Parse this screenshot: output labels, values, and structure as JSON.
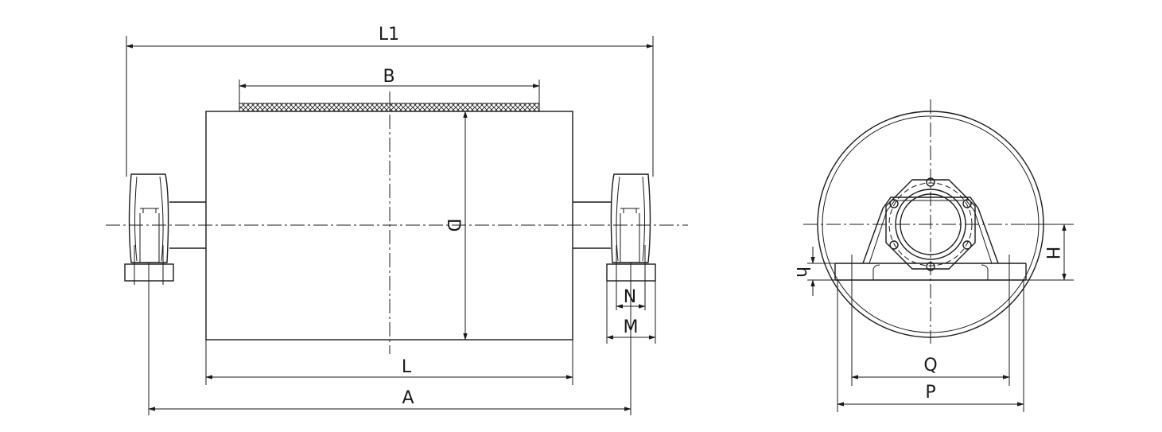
{
  "labels": {
    "L1": "L1",
    "B": "B",
    "D": "D",
    "L": "L",
    "A": "A",
    "N": "N",
    "M": "M",
    "H": "H",
    "h": "h",
    "Q": "Q",
    "P": "P"
  },
  "colors": {
    "line": "#1a1a1a",
    "background": "#ffffff"
  }
}
